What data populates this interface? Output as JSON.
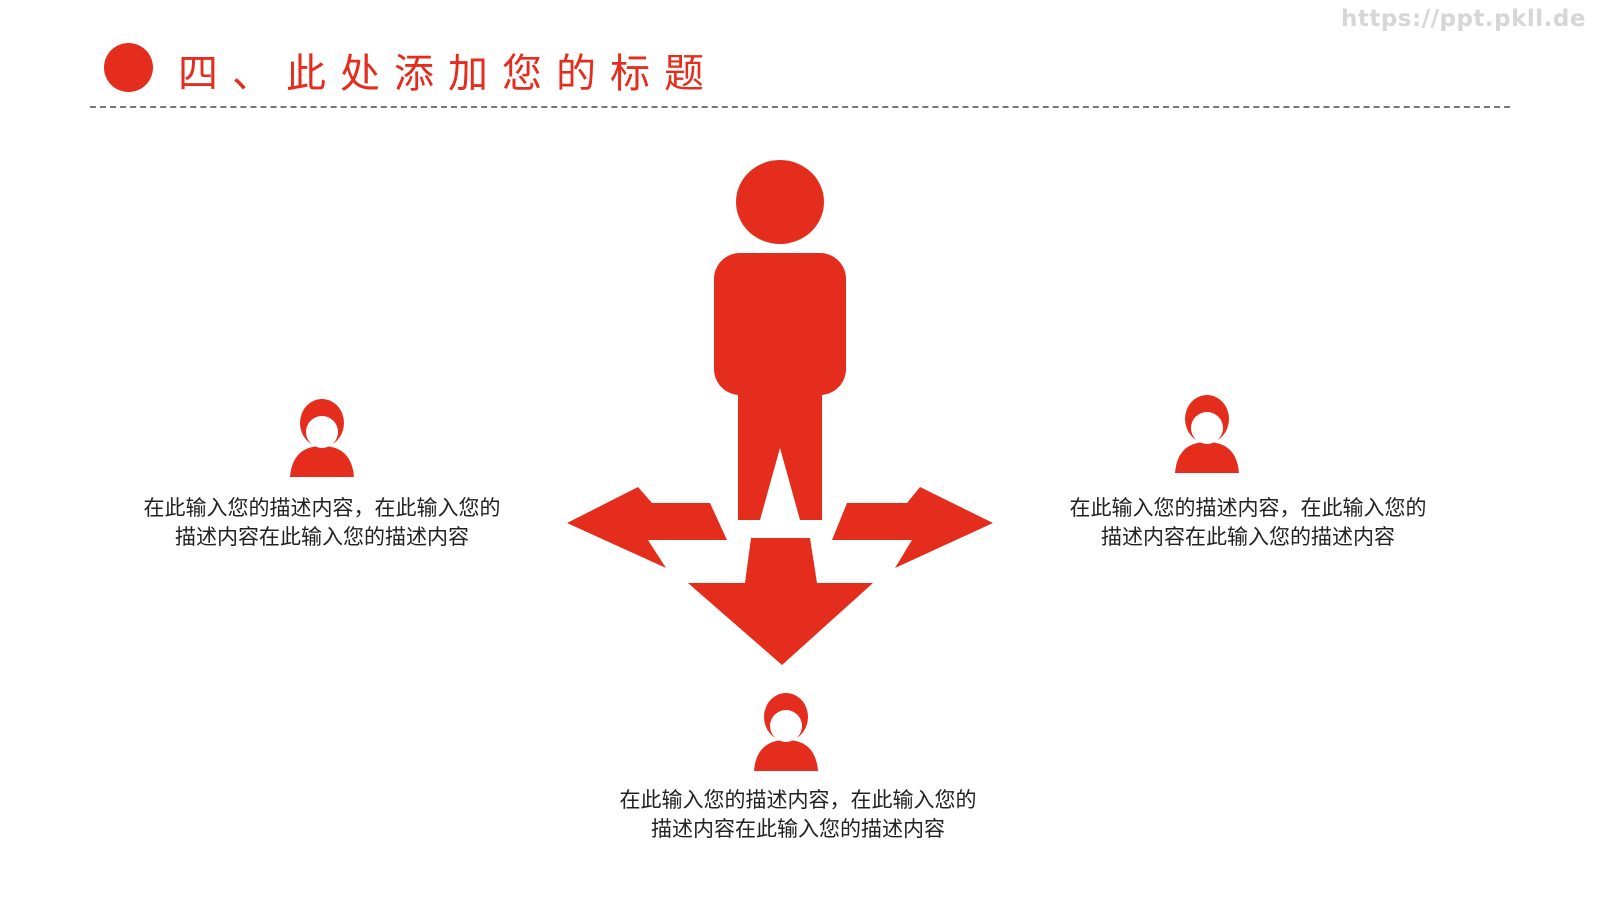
{
  "watermark": "https://ppt.pkll.de",
  "header": {
    "title": "四、此处添加您的标题"
  },
  "colors": {
    "accent": "#e52d1e",
    "text": "#222222",
    "rule": "#777777",
    "watermark": "#d6d6d6"
  },
  "diagram": {
    "center_figure_icon": "standing-person-icon",
    "arrow_icons": [
      "arrow-left-icon",
      "arrow-down-icon",
      "arrow-right-icon"
    ],
    "branches": [
      {
        "position": "left",
        "icon": "user-avatar-icon",
        "line1": "在此输入您的描述内容，在此输入您的",
        "line2": "描述内容在此输入您的描述内容"
      },
      {
        "position": "right",
        "icon": "user-avatar-icon",
        "line1": "在此输入您的描述内容，在此输入您的",
        "line2": "描述内容在此输入您的描述内容"
      },
      {
        "position": "bottom",
        "icon": "user-avatar-icon",
        "line1": "在此输入您的描述内容，在此输入您的",
        "line2": "描述内容在此输入您的描述内容"
      }
    ]
  }
}
